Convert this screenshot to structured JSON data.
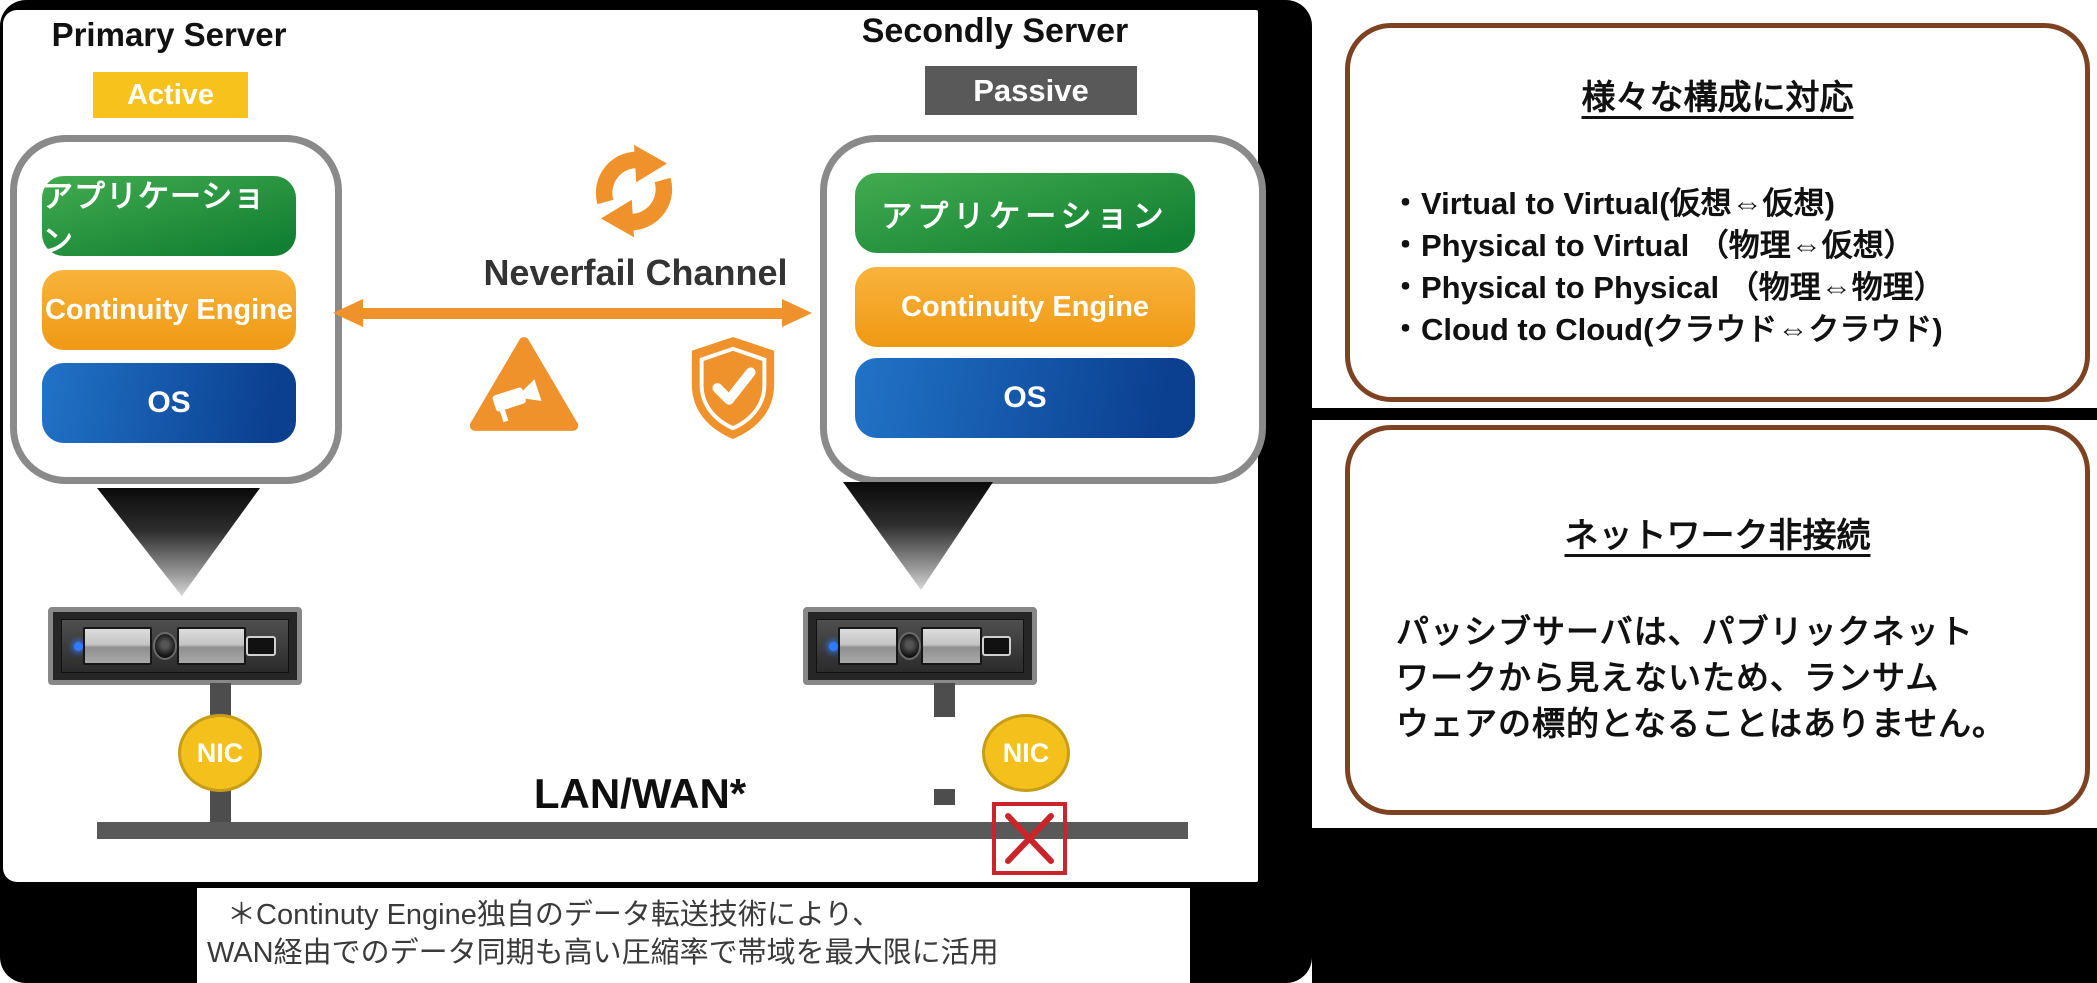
{
  "main": {
    "primary": {
      "title": "Primary Server",
      "badge": "Active",
      "layers": {
        "app": "アプリケーション",
        "engine": "Continuity Engine",
        "os": "OS"
      },
      "nic": "NIC"
    },
    "secondary": {
      "title": "Secondly Server",
      "badge": "Passive",
      "layers": {
        "app": "アプリケーション",
        "engine": "Continuity Engine",
        "os": "OS"
      },
      "nic": "NIC"
    },
    "channel_label": "Neverfail Channel",
    "network_label": "LAN/WAN*",
    "footnote": {
      "line1": "＊Continuty Engine独自のデータ転送技術により、",
      "line2": "WAN経由でのデータ同期も高い圧縮率で帯域を最大限に活用"
    }
  },
  "side_panels": {
    "configurations": {
      "title": "様々な構成に対応",
      "items": [
        "・Virtual to Virtual(仮想⇔仮想)",
        "・Physical to Virtual （物理⇔仮想）",
        "・Physical to Physical （物理⇔物理）",
        "・Cloud to Cloud(クラウド⇔クラウド)"
      ]
    },
    "isolation": {
      "title": "ネットワーク非接続",
      "lines": [
        "パッシブサーバは、パブリックネット",
        "ワークから見えないため、ランサム",
        "ウェアの標的となることはありません。"
      ]
    }
  },
  "icons": {
    "sync": "sync-arrows",
    "camera_warning": "surveillance-camera-warning",
    "shield": "shield-check",
    "disconnect": "red-x-disconnect"
  },
  "colors": {
    "accent_orange": "#F0922B",
    "active_yellow": "#F6C21B",
    "passive_gray": "#595959",
    "app_green": "#128033",
    "engine_orange": "#EF9914",
    "os_blue": "#0B3F8F",
    "panel_border_brown": "#7C4222",
    "alert_red": "#C9252B",
    "nic_yellow": "#F3C01C",
    "lan_gray": "#595959"
  }
}
